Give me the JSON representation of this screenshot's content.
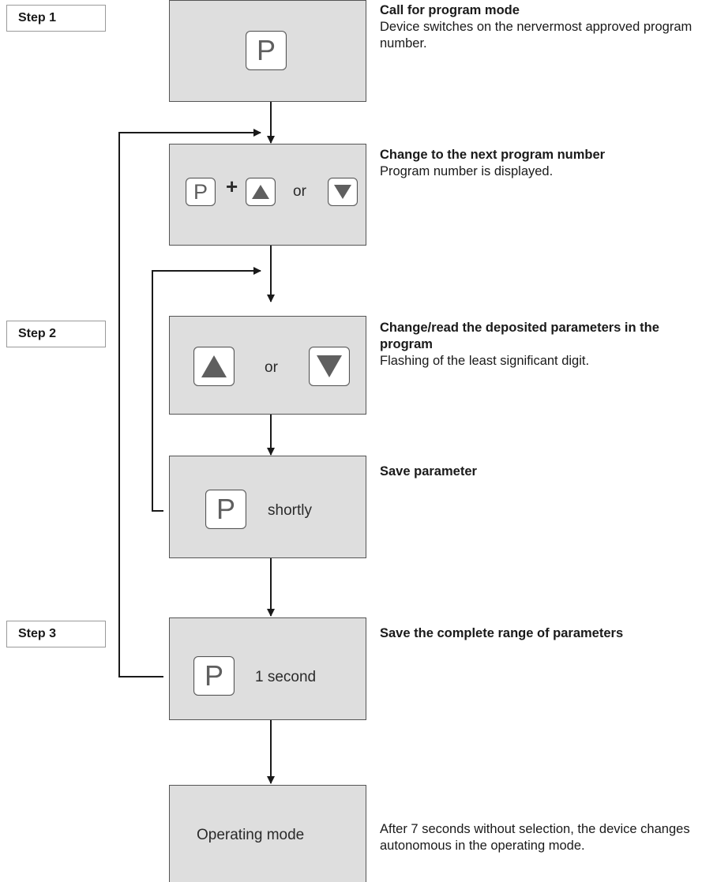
{
  "steps": {
    "step1": "Step 1",
    "step2": "Step 2",
    "step3": "Step 3"
  },
  "keys": {
    "p_label": "P",
    "up_icon": "triangle-up",
    "down_icon": "triangle-down"
  },
  "boxes": {
    "program_mode": {},
    "next_program": {
      "plus": "+",
      "or": "or"
    },
    "change_params": {
      "or": "or"
    },
    "save_param": {
      "duration": "shortly"
    },
    "save_all": {
      "duration": "1 second"
    },
    "operating": {
      "label": "Operating mode"
    }
  },
  "descriptions": {
    "program_mode": {
      "title": "Call for program mode",
      "text": "Device switches on the nervermost approved program number."
    },
    "next_program": {
      "title": "Change to the next program number",
      "text": "Program number is displayed."
    },
    "change_params": {
      "title": "Change/read the deposited parameters in the program",
      "text": "Flashing of the least significant digit."
    },
    "save_param": {
      "title": "Save parameter"
    },
    "save_all": {
      "title": "Save the complete range of parameters"
    },
    "operating": {
      "text": "After 7 seconds without selection, the device changes autonomous in the operating mode."
    }
  },
  "colors": {
    "box_fill": "#dedede",
    "key_icon": "#5f5f5f",
    "line": "#1a1a1a"
  }
}
